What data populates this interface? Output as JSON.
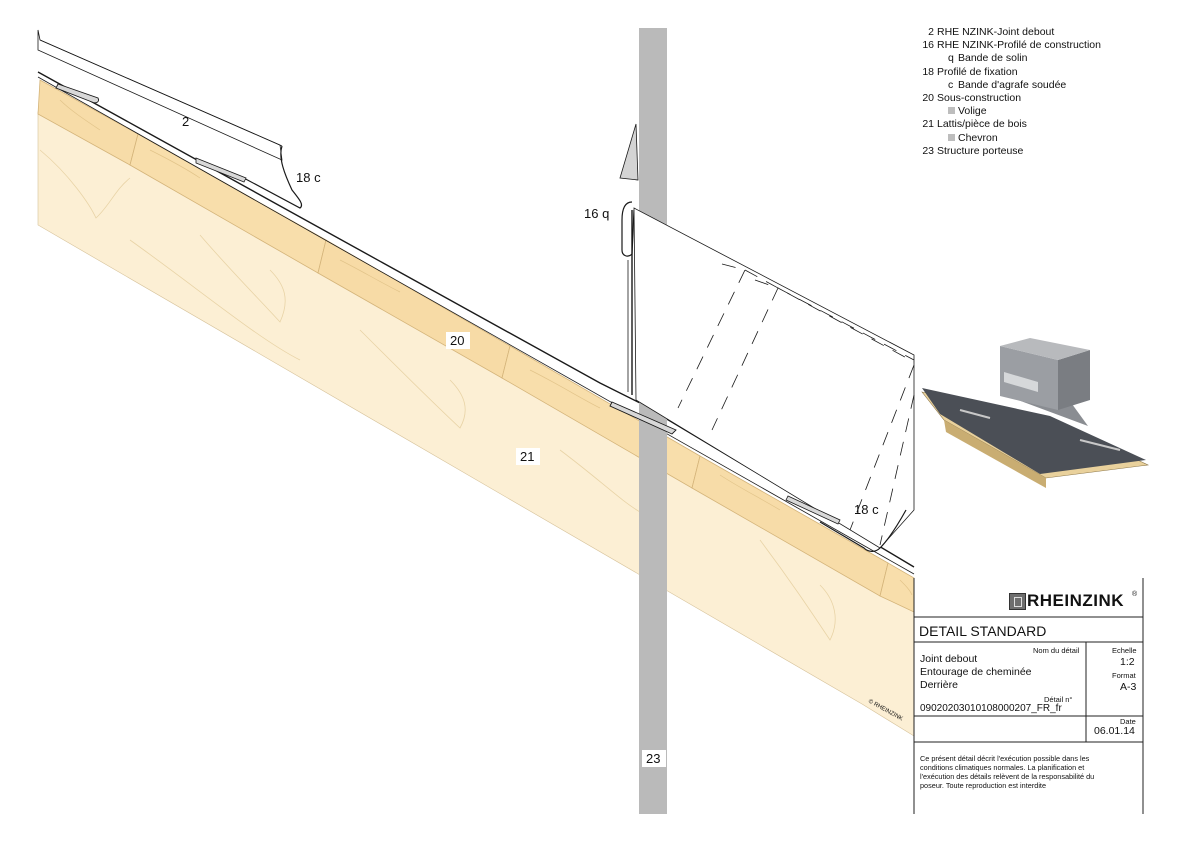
{
  "legend": [
    {
      "num": "2",
      "text": "RHE NZINK-Joint debout"
    },
    {
      "num": "16",
      "text": "RHE NZINK-Profilé de construction",
      "sub": {
        "marker": "q",
        "text": "Bande de solin"
      }
    },
    {
      "num": "18",
      "text": "Profilé de fixation",
      "sub": {
        "marker": "c",
        "text": "Bande d'agrafe soudée"
      }
    },
    {
      "num": "20",
      "text": "Sous-construction",
      "sub": {
        "marker": "bullet",
        "text": "Volige"
      }
    },
    {
      "num": "21",
      "text": "Lattis/pièce de bois",
      "sub": {
        "marker": "bullet",
        "text": "Chevron"
      }
    },
    {
      "num": "23",
      "text": "Structure porteuse"
    }
  ],
  "callouts": {
    "c2": "2",
    "c18c_top": "18 c",
    "c16q": "16 q",
    "c20": "20",
    "c21": "21",
    "c18c_bottom": "18 c",
    "c23": "23"
  },
  "watermark": "© RHEINZINK",
  "title_block": {
    "brand": "RHEINZINK",
    "brand_mark": "®",
    "heading": "DETAIL STANDARD",
    "name_label": "Nom du détail",
    "name_lines": [
      "Joint debout",
      "Entourage de cheminée",
      "Derrière"
    ],
    "scale_label": "Echelle",
    "scale_value": "1:2",
    "format_label": "Format",
    "format_value": "A-3",
    "detail_no_label": "Détail n°",
    "detail_no": "09020203010108000207_FR_fr",
    "date_label": "Date",
    "date_value": "06.01.14",
    "disclaimer_lines": [
      "Ce présent détail décrit l'exécution possible dans les",
      "conditions climatiques normales. La planification et",
      "l'exécution des détails relèvent de la responsabilité du",
      "poseur. Toute reproduction est interdite"
    ]
  },
  "colors": {
    "wood_light": "#fbeac8",
    "wood_board": "#f7dba6",
    "steel_gray": "#b8b8b8",
    "line": "#1a1a1a"
  }
}
